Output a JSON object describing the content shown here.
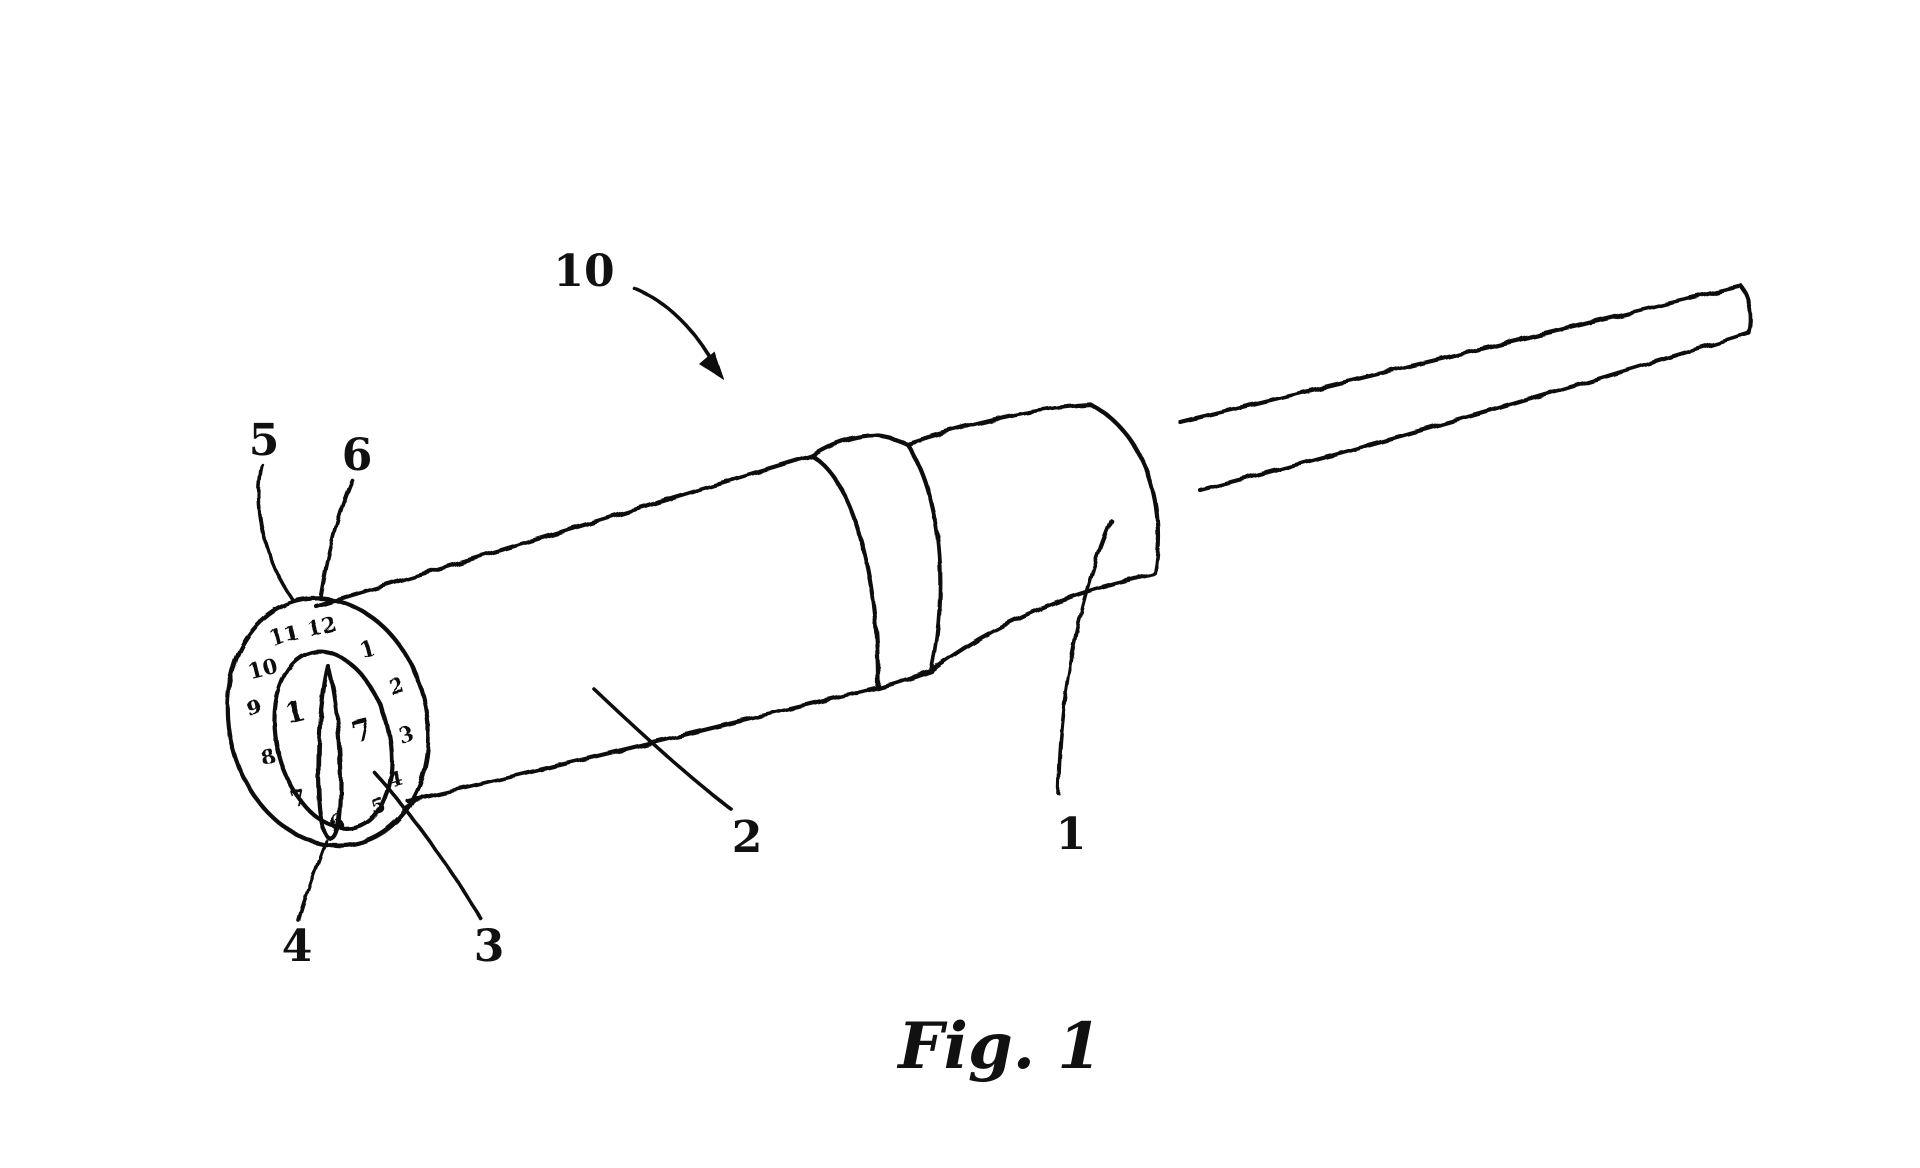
{
  "figure": {
    "caption": "Fig. 1",
    "ink_color": "#111111",
    "background_color": "#ffffff"
  },
  "reference_numerals": {
    "rear_body": "1",
    "main_body": "2",
    "inner_ring": "3",
    "needle": "4",
    "outer_rim": "5",
    "dial_ring": "6",
    "device": "10"
  },
  "dial": {
    "clock_numbers": [
      "12",
      "1",
      "2",
      "3",
      "4",
      "5",
      "6",
      "7",
      "8",
      "9",
      "10",
      "11"
    ],
    "inner_left_number": "1",
    "inner_right_number": "7"
  }
}
